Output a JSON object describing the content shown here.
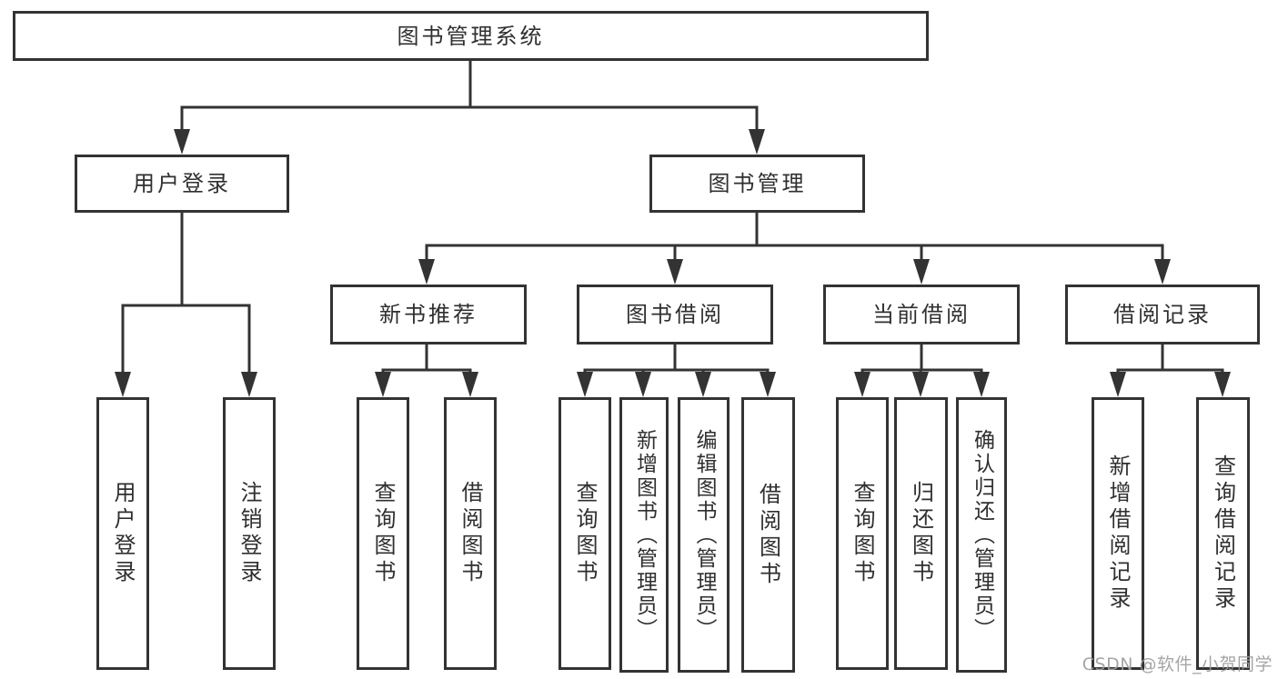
{
  "diagram": {
    "root": {
      "label": "图书管理系统",
      "children": [
        {
          "label": "用户登录",
          "children": [
            {
              "label": "用户登录"
            },
            {
              "label": "注销登录"
            }
          ]
        },
        {
          "label": "图书管理",
          "children": [
            {
              "label": "新书推荐",
              "children": [
                {
                  "label": "查询图书"
                },
                {
                  "label": "借阅图书"
                }
              ]
            },
            {
              "label": "图书借阅",
              "children": [
                {
                  "label": "查询图书"
                },
                {
                  "label": "新增图书（管理员）"
                },
                {
                  "label": "编辑图书（管理员）"
                },
                {
                  "label": "借阅图书"
                }
              ]
            },
            {
              "label": "当前借阅",
              "children": [
                {
                  "label": "查询图书"
                },
                {
                  "label": "归还图书"
                },
                {
                  "label": "确认归还（管理员）"
                }
              ]
            },
            {
              "label": "借阅记录",
              "children": [
                {
                  "label": "新增借阅记录"
                },
                {
                  "label": "查询借阅记录"
                }
              ]
            }
          ]
        }
      ]
    },
    "watermark": "CSDN @软件_小贺同学",
    "colors": {
      "line": "#333333",
      "text": "#2f2f2f",
      "watermark": "#9e9e9e",
      "background": "#ffffff"
    }
  }
}
